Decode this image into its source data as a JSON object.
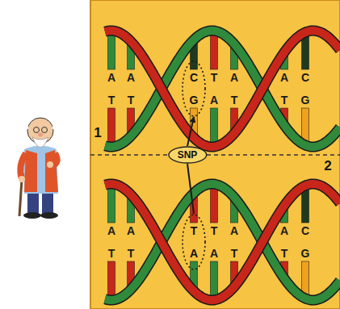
{
  "diagram": {
    "nodes": [
      {
        "text": [
          "C",
          "G"
        ]
      },
      {
        "text": [
          "SNP"
        ]
      },
      {
        "text": [
          "T",
          "A"
        ]
      }
    ],
    "edges": [
      {
        "from": 2,
        "to": 1,
        "arrow": "none"
      },
      {
        "from": 1,
        "to": 0,
        "arrow": "to"
      }
    ],
    "labels": [
      "A",
      "A",
      "T",
      "A",
      "A",
      "C",
      "T",
      "T",
      "A",
      "T",
      "T",
      "G",
      "1",
      "2",
      "A",
      "A",
      "T",
      "A",
      "A",
      "C",
      "T",
      "T",
      "A",
      "T",
      "T",
      "G"
    ]
  }
}
